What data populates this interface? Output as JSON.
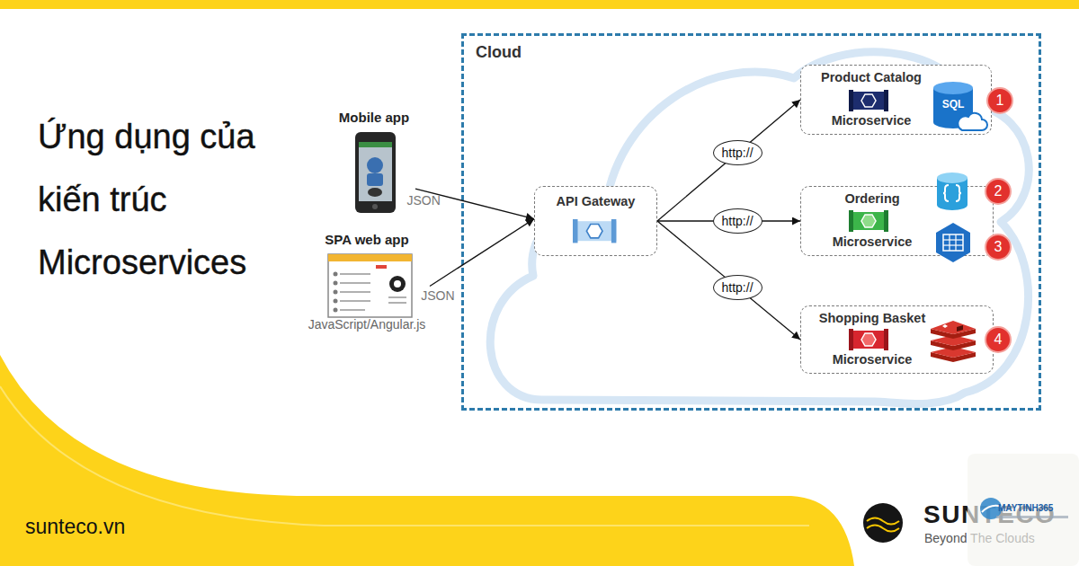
{
  "diagram": {
    "title": "Ứng dụng của kiến trúc Microservices",
    "nodes": [
      {
        "text": [
          "Cloud"
        ]
      },
      {
        "text": [
          "Mobile app"
        ]
      },
      {
        "text": [
          "SPA web app",
          "JavaScript/Angular.js"
        ]
      },
      {
        "text": [
          "API Gateway"
        ],
        "in": 0
      },
      {
        "text": [
          "Product Catalog",
          "Microservice"
        ],
        "in": 0
      },
      {
        "text": [
          "Ordering",
          "Microservice"
        ],
        "in": 0
      },
      {
        "text": [
          "Shopping Basket",
          "Microservice"
        ],
        "in": 0
      }
    ],
    "edges": [
      {
        "from": 1,
        "to": 3,
        "label": "JSON",
        "arrow": "to"
      },
      {
        "from": 2,
        "to": 3,
        "label": "JSON",
        "arrow": "to"
      },
      {
        "from": 3,
        "to": 4,
        "label": "http://",
        "arrow": "to"
      },
      {
        "from": 3,
        "to": 5,
        "label": "http://",
        "arrow": "to"
      },
      {
        "from": 3,
        "to": 6,
        "label": "http://",
        "arrow": "to"
      }
    ],
    "labels": [
      "1",
      "2",
      "3",
      "4",
      "SQL",
      "sunteco.vn",
      "SUNTECO",
      "Beyond The Clouds",
      "MAYTINH365"
    ]
  }
}
